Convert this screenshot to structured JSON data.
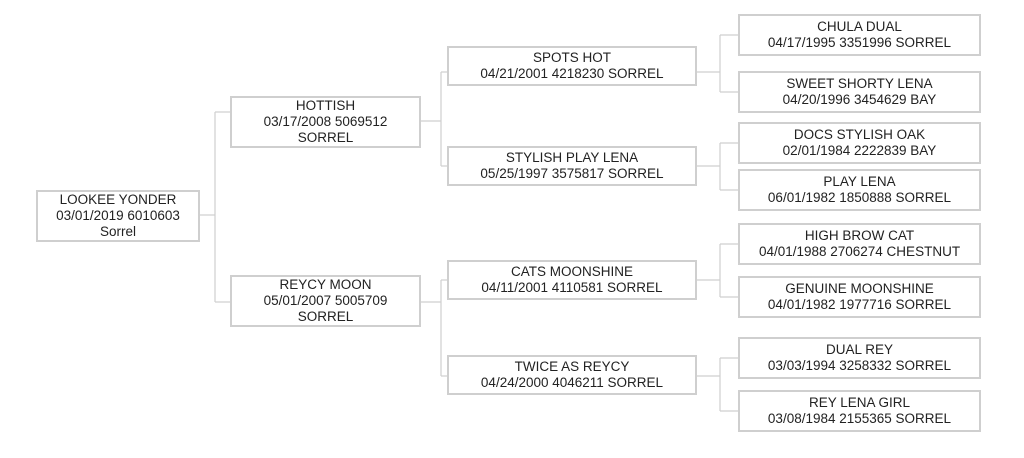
{
  "pedigree": {
    "subject": {
      "name": "LOOKEE YONDER",
      "line2": "03/01/2019 6010603",
      "line3": "Sorrel"
    },
    "sire": {
      "name": "HOTTISH",
      "line2": "03/17/2008 5069512",
      "line3": "SORREL"
    },
    "dam": {
      "name": "REYCY MOON",
      "line2": "05/01/2007 5005709",
      "line3": "SORREL"
    },
    "sire_sire": {
      "name": "SPOTS HOT",
      "line2": "04/21/2001 4218230 SORREL"
    },
    "sire_dam": {
      "name": "STYLISH PLAY LENA",
      "line2": "05/25/1997 3575817 SORREL"
    },
    "dam_sire": {
      "name": "CATS MOONSHINE",
      "line2": "04/11/2001 4110581 SORREL"
    },
    "dam_dam": {
      "name": "TWICE AS REYCY",
      "line2": "04/24/2000 4046211 SORREL"
    },
    "ggp": [
      {
        "name": "CHULA DUAL",
        "line2": "04/17/1995 3351996 SORREL"
      },
      {
        "name": "SWEET SHORTY LENA",
        "line2": "04/20/1996 3454629 BAY"
      },
      {
        "name": "DOCS STYLISH OAK",
        "line2": "02/01/1984 2222839 BAY"
      },
      {
        "name": "PLAY LENA",
        "line2": "06/01/1982 1850888 SORREL"
      },
      {
        "name": "HIGH BROW CAT",
        "line2": "04/01/1988 2706274 CHESTNUT"
      },
      {
        "name": "GENUINE MOONSHINE",
        "line2": "04/01/1982 1977716 SORREL"
      },
      {
        "name": "DUAL REY",
        "line2": "03/03/1994 3258332 SORREL"
      },
      {
        "name": "REY LENA GIRL",
        "line2": "03/08/1984 2155365 SORREL"
      }
    ]
  }
}
